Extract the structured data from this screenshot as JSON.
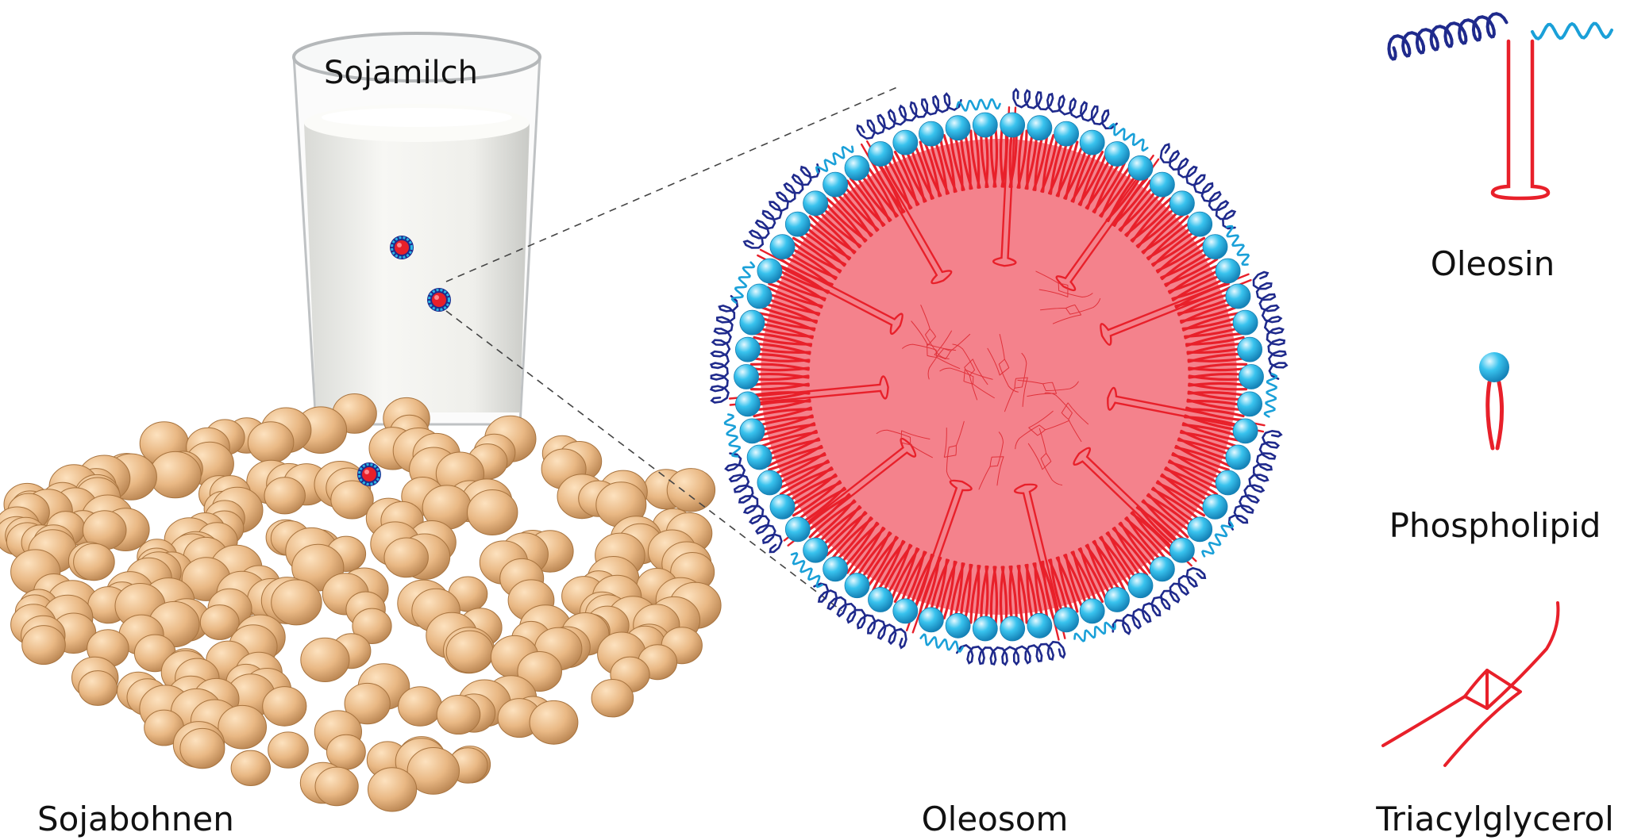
{
  "labels": {
    "milk": "Sojamilch",
    "beans": "Sojabohnen",
    "oleosome": "Oleosom",
    "oleosin": "Oleosin",
    "phospholipid": "Phospholipid",
    "tag": "Triacylglycerol"
  },
  "colors": {
    "phospholipid_head": "#29b6e6",
    "lipid_tail": "#e8202a",
    "core": "#f4828c",
    "oleosin_dark": "#1f2a8c",
    "oleosin_light": "#1aa0d8",
    "bean": "#e9b884",
    "milk": "#f2f2ee"
  }
}
